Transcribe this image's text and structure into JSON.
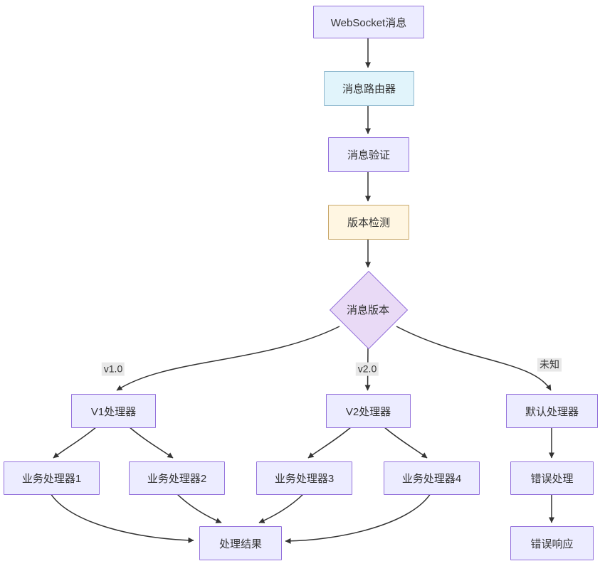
{
  "diagram": {
    "type": "flowchart",
    "direction": "top-down",
    "nodes": {
      "websocket_message": {
        "label": "WebSocket消息",
        "shape": "rect",
        "fill": "#ECECFF",
        "border": "#9370DB"
      },
      "message_router": {
        "label": "消息路由器",
        "shape": "rect",
        "fill": "#E1F4FB",
        "border": "#8FB8CE"
      },
      "message_validation": {
        "label": "消息验证",
        "shape": "rect",
        "fill": "#ECECFF",
        "border": "#9370DB"
      },
      "version_detection": {
        "label": "版本检测",
        "shape": "rect",
        "fill": "#FFF6E2",
        "border": "#C9A86A"
      },
      "message_version": {
        "label": "消息版本",
        "shape": "diamond",
        "fill": "#E9DAF6",
        "border": "#9370DB"
      },
      "v1_handler": {
        "label": "V1处理器",
        "shape": "rect",
        "fill": "#ECECFF",
        "border": "#9370DB"
      },
      "v2_handler": {
        "label": "V2处理器",
        "shape": "rect",
        "fill": "#ECECFF",
        "border": "#9370DB"
      },
      "default_handler": {
        "label": "默认处理器",
        "shape": "rect",
        "fill": "#ECECFF",
        "border": "#9370DB"
      },
      "business_handler_1": {
        "label": "业务处理器1",
        "shape": "rect",
        "fill": "#ECECFF",
        "border": "#9370DB"
      },
      "business_handler_2": {
        "label": "业务处理器2",
        "shape": "rect",
        "fill": "#ECECFF",
        "border": "#9370DB"
      },
      "business_handler_3": {
        "label": "业务处理器3",
        "shape": "rect",
        "fill": "#ECECFF",
        "border": "#9370DB"
      },
      "business_handler_4": {
        "label": "业务处理器4",
        "shape": "rect",
        "fill": "#ECECFF",
        "border": "#9370DB"
      },
      "processing_result": {
        "label": "处理结果",
        "shape": "rect",
        "fill": "#ECECFF",
        "border": "#9370DB"
      },
      "error_handling": {
        "label": "错误处理",
        "shape": "rect",
        "fill": "#ECECFF",
        "border": "#9370DB"
      },
      "error_response": {
        "label": "错误响应",
        "shape": "rect",
        "fill": "#ECECFF",
        "border": "#9370DB"
      }
    },
    "edge_labels": {
      "v1": "v1.0",
      "v2": "v2.0",
      "unknown": "未知"
    },
    "edges": [
      {
        "from": "websocket_message",
        "to": "message_router",
        "label": ""
      },
      {
        "from": "message_router",
        "to": "message_validation",
        "label": ""
      },
      {
        "from": "message_validation",
        "to": "version_detection",
        "label": ""
      },
      {
        "from": "version_detection",
        "to": "message_version",
        "label": ""
      },
      {
        "from": "message_version",
        "to": "v1_handler",
        "label": "v1.0"
      },
      {
        "from": "message_version",
        "to": "v2_handler",
        "label": "v2.0"
      },
      {
        "from": "message_version",
        "to": "default_handler",
        "label": "未知"
      },
      {
        "from": "v1_handler",
        "to": "business_handler_1",
        "label": ""
      },
      {
        "from": "v1_handler",
        "to": "business_handler_2",
        "label": ""
      },
      {
        "from": "v2_handler",
        "to": "business_handler_3",
        "label": ""
      },
      {
        "from": "v2_handler",
        "to": "business_handler_4",
        "label": ""
      },
      {
        "from": "business_handler_1",
        "to": "processing_result",
        "label": ""
      },
      {
        "from": "business_handler_2",
        "to": "processing_result",
        "label": ""
      },
      {
        "from": "business_handler_3",
        "to": "processing_result",
        "label": ""
      },
      {
        "from": "business_handler_4",
        "to": "processing_result",
        "label": ""
      },
      {
        "from": "default_handler",
        "to": "error_handling",
        "label": ""
      },
      {
        "from": "error_handling",
        "to": "error_response",
        "label": ""
      }
    ],
    "colors": {
      "edge_stroke": "#333333",
      "edge_label_bg": "#E8E8E8",
      "text": "#333333",
      "background": "#FFFFFF",
      "default_node_fill": "#ECECFF",
      "default_node_border": "#9370DB",
      "router_fill": "#E1F4FB",
      "detection_fill": "#FFF6E2",
      "diamond_fill": "#E9DAF6"
    }
  }
}
